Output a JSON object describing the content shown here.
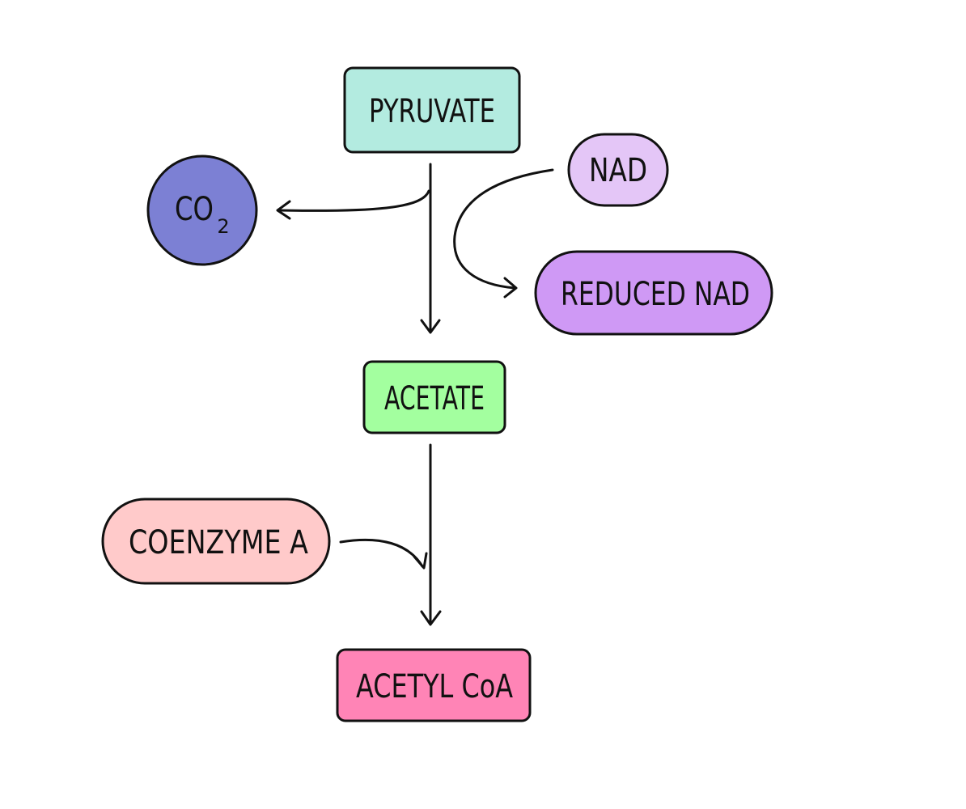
{
  "nodes": {
    "pyruvate": {
      "label": "PYRUVATE",
      "color": "#b3ebe0"
    },
    "nad": {
      "label": "NAD",
      "color": "#e4c6f7"
    },
    "co2": {
      "label": "CO",
      "subscript": "2",
      "color": "#7c80d4"
    },
    "reduced_nad": {
      "label": "REDUCED NAD",
      "color": "#cf99f5"
    },
    "acetate": {
      "label": "ACETATE",
      "color": "#a3ff9f"
    },
    "coenzyme_a": {
      "label": "COENZYME A",
      "color": "#ffcaca"
    },
    "acetyl_coa": {
      "label": "ACETYL CoA",
      "color": "#ff84b6"
    }
  }
}
